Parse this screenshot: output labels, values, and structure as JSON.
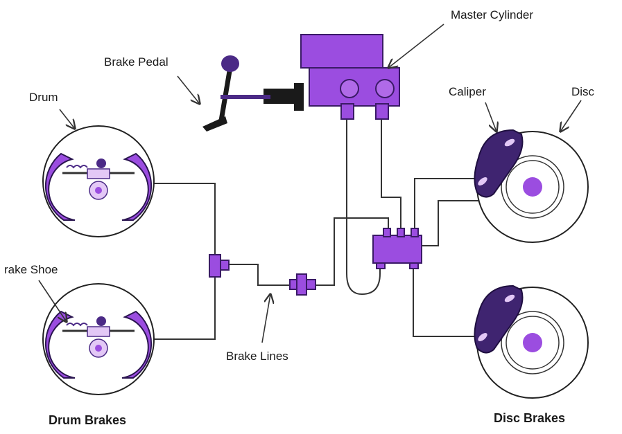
{
  "labels": {
    "master_cylinder": "Master Cylinder",
    "brake_pedal": "Brake Pedal",
    "drum": "Drum",
    "caliper": "Caliper",
    "disc": "Disc",
    "brake_shoe": "rake Shoe",
    "brake_lines": "Brake Lines",
    "drum_brakes": "Drum Brakes",
    "disc_brakes": "Disc Brakes"
  },
  "colors": {
    "purple": "#9b4de0",
    "dark_purple": "#4b2a86",
    "light_purple": "#e3c8f6",
    "line": "#333333"
  }
}
